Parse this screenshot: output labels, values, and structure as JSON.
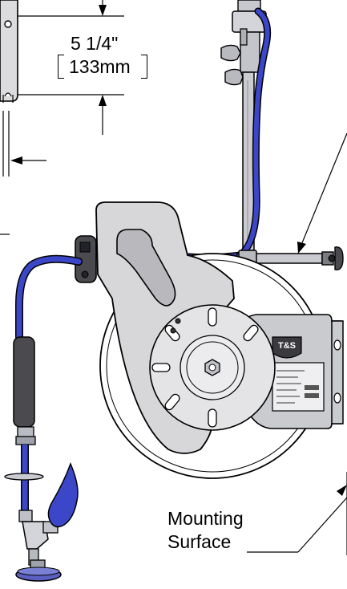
{
  "dimension": {
    "inches": "5 1/4\"",
    "millimeters": "133mm"
  },
  "callout": {
    "line1": "Mounting",
    "line2": "Surface"
  },
  "logo_text": "T&S",
  "colors": {
    "hose_blue": "#3c46c8",
    "housing_gray": "#d7d7d9",
    "outline": "#000000",
    "chrome": "#b9bcc4",
    "dark_grip": "#4b4b4f"
  }
}
